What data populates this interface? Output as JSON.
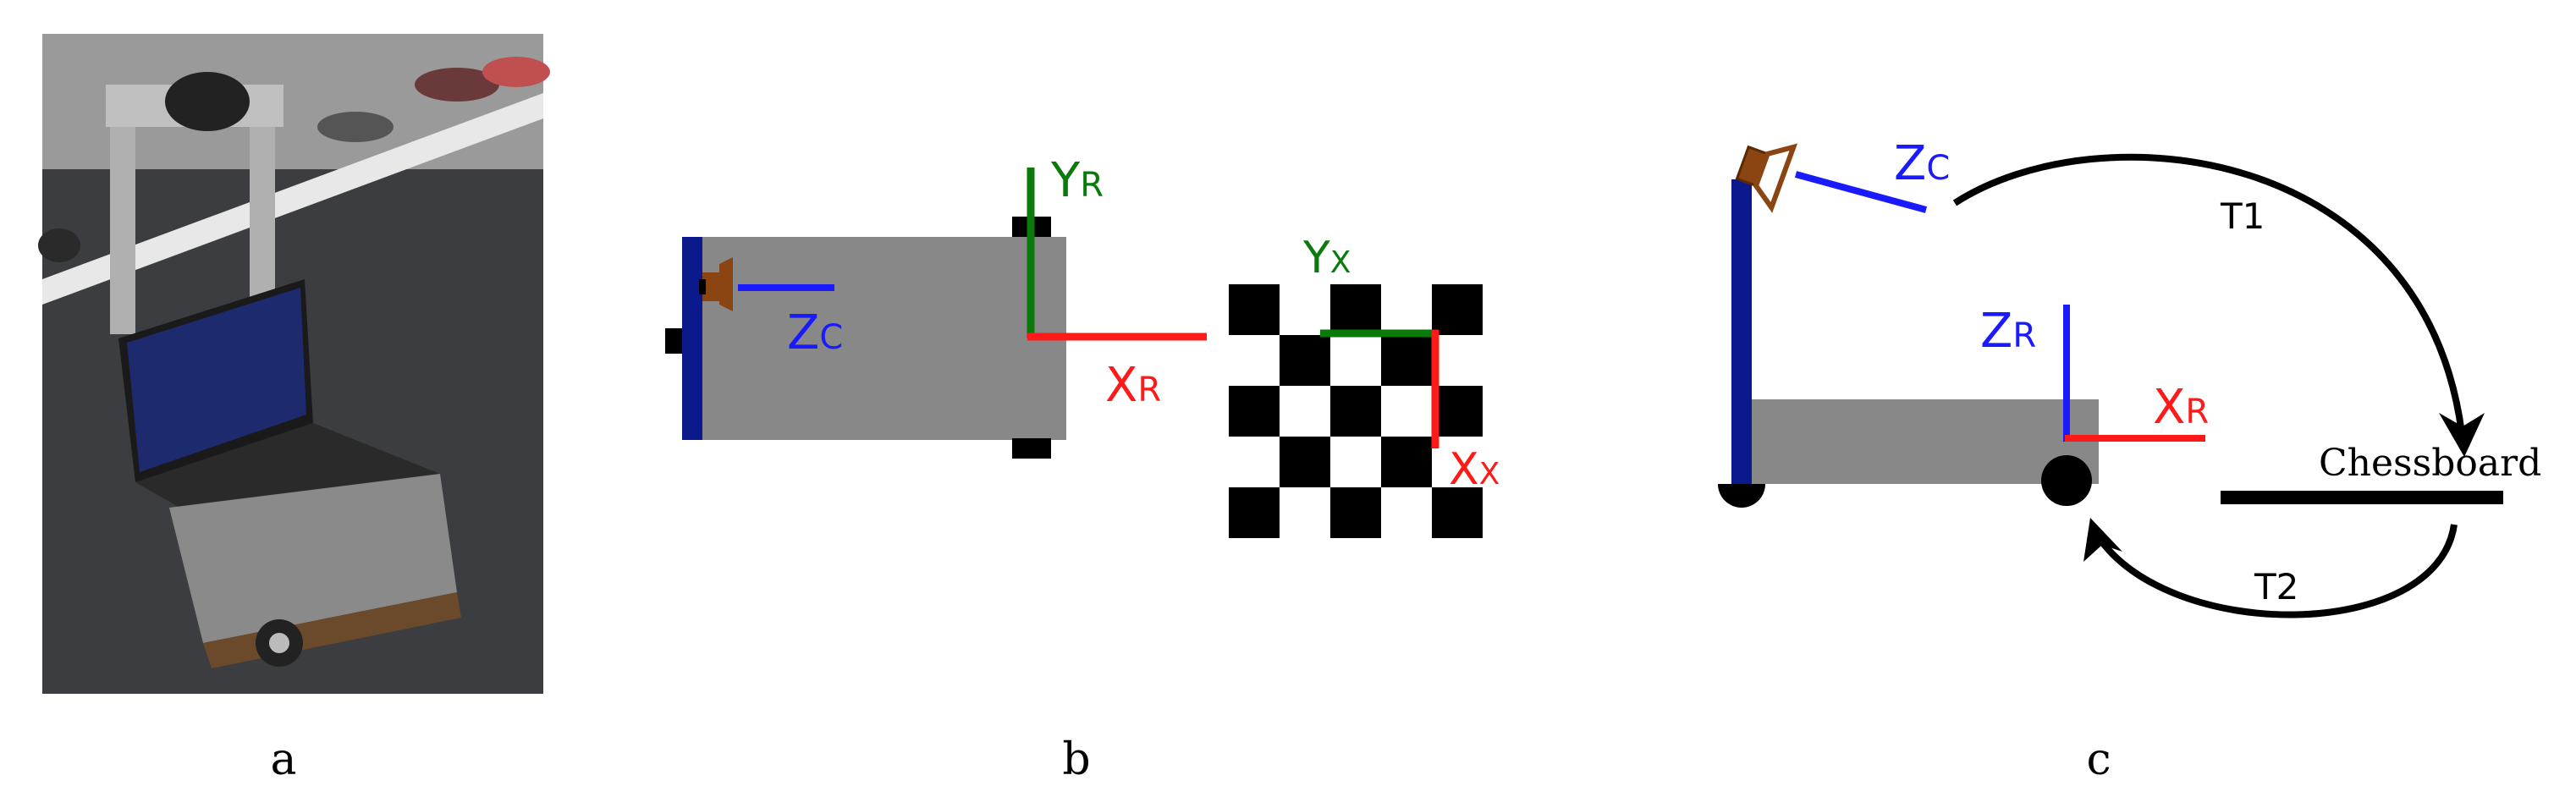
{
  "panels": {
    "a": {
      "caption": "a"
    },
    "b": {
      "caption": "b",
      "labels": {
        "zc_main": "Z",
        "zc_sub": "C",
        "yr_main": "Y",
        "yr_sub": "R",
        "xr_main": "X",
        "xr_sub": "R",
        "yx_main": "Y",
        "yx_sub": "X",
        "xx_main": "X",
        "xx_sub": "X"
      }
    },
    "c": {
      "caption": "c",
      "labels": {
        "zc_main": "Z",
        "zc_sub": "C",
        "zr_main": "Z",
        "zr_sub": "R",
        "xr_main": "X",
        "xr_sub": "R",
        "t1": "T1",
        "t2": "T2",
        "chessboard": "Chessboard"
      }
    }
  },
  "colors": {
    "robot_body": "#888888",
    "frame_post": "#0a1a8c",
    "camera": "#8b4513",
    "x_axis": "#ff1a1a",
    "y_axis": "#0a7a0a",
    "z_axis": "#1a1aff",
    "black": "#000000"
  }
}
